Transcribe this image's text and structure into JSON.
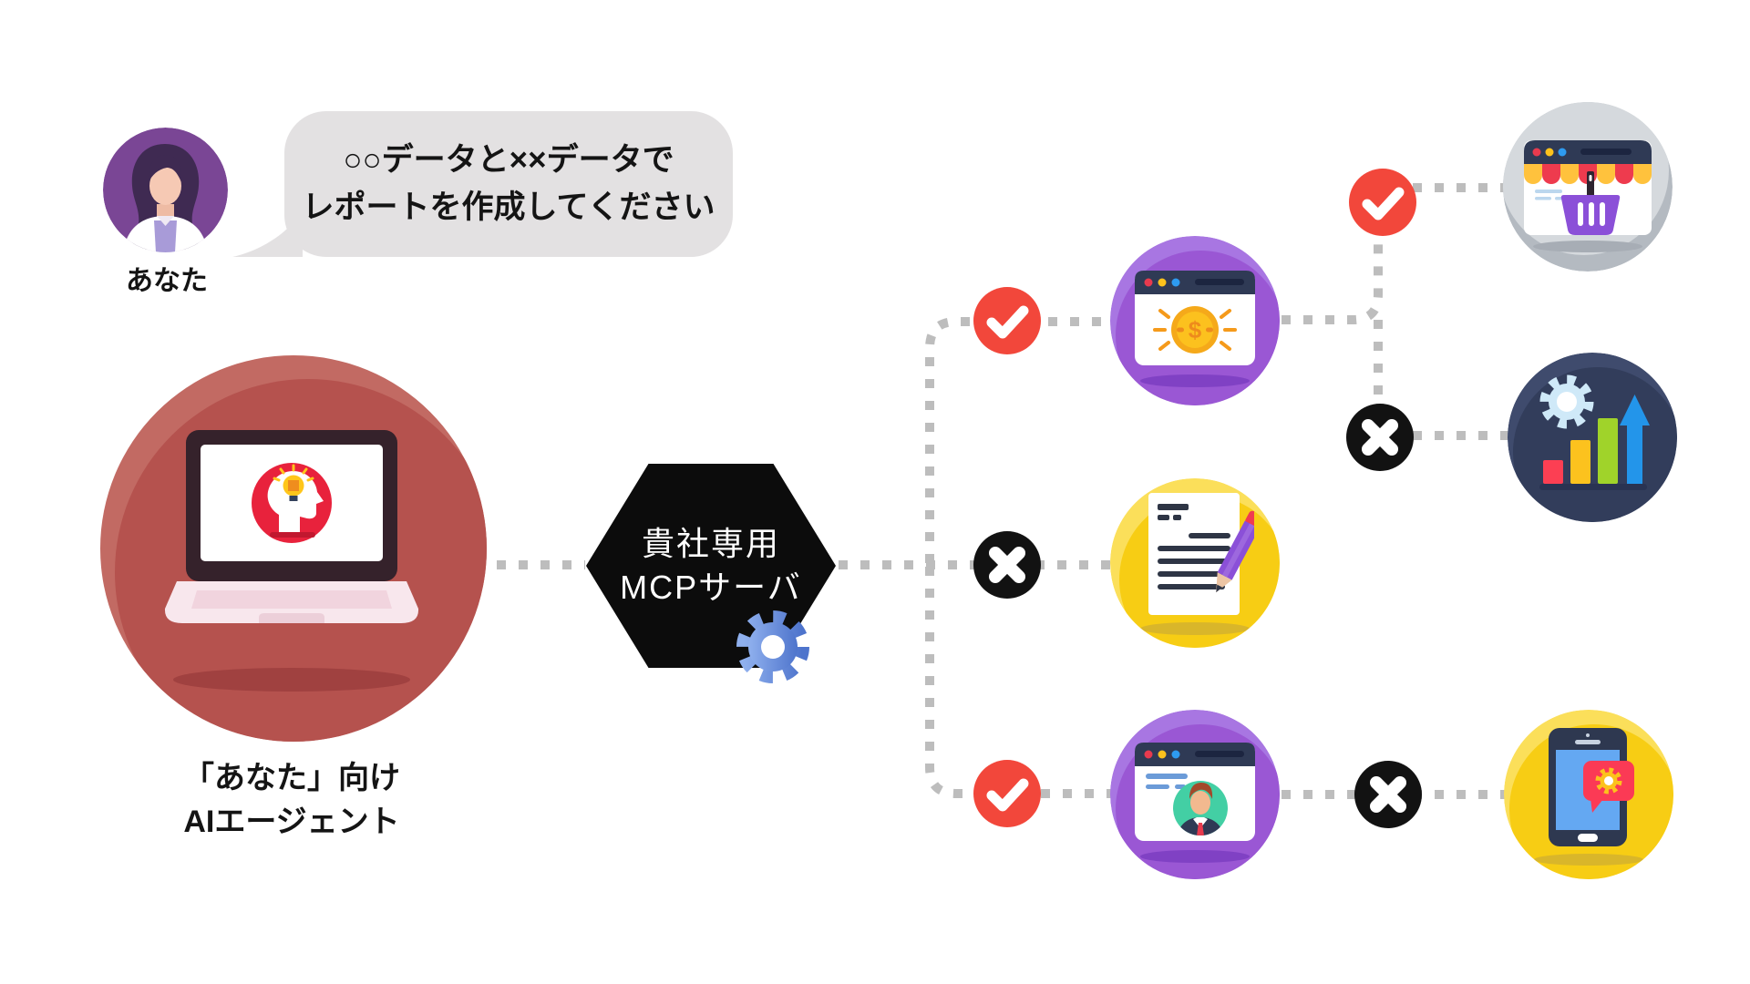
{
  "user": {
    "label": "あなた"
  },
  "speech_bubble": {
    "line1": "○○データと××データで",
    "line2": "レポートを作成してください"
  },
  "agent": {
    "label_line1": "「あなた」向け",
    "label_line2": "AIエージェント"
  },
  "mcp_server": {
    "line1": "貴社専用",
    "line2": "MCPサーバ"
  },
  "nodes": [
    {
      "id": "user-avatar",
      "icon": "woman-avatar-icon",
      "circle_color": "#7a4695"
    },
    {
      "id": "ai-agent",
      "icon": "laptop-idea-icon",
      "circle_color": "#b5524e"
    },
    {
      "id": "mcp-hexagon",
      "icon": "gear-icon",
      "shape": "hexagon",
      "color": "#0c0c0c",
      "gear_color": "#6f93de"
    },
    {
      "id": "shop",
      "icon": "storefront-basket-icon",
      "circle_color": "#c0c6cc"
    },
    {
      "id": "finance-browser",
      "icon": "browser-dollar-icon",
      "circle_color": "#9a57d4"
    },
    {
      "id": "analytics",
      "icon": "gear-chart-icon",
      "circle_color": "#323d5b"
    },
    {
      "id": "document",
      "icon": "document-pencil-icon",
      "circle_color": "#f7cd14"
    },
    {
      "id": "profile-browser",
      "icon": "browser-profile-icon",
      "circle_color": "#9a57d4"
    },
    {
      "id": "mobile-app",
      "icon": "phone-notification-icon",
      "circle_color": "#f7cd14"
    }
  ],
  "connections": [
    {
      "from": "ai-agent",
      "to": "mcp-hexagon",
      "style": "dotted"
    },
    {
      "from": "mcp-hexagon",
      "to": "finance-browser",
      "badge": "allow"
    },
    {
      "from": "mcp-hexagon",
      "to": "document",
      "badge": "deny"
    },
    {
      "from": "mcp-hexagon",
      "to": "profile-browser",
      "badge": "allow"
    },
    {
      "from": "finance-browser",
      "to": "shop",
      "badge": "allow"
    },
    {
      "from": "finance-browser",
      "to": "analytics",
      "badge": "deny"
    },
    {
      "from": "profile-browser",
      "to": "mobile-app",
      "badge": "deny"
    }
  ],
  "colors": {
    "bubble_bg": "#e3e1e2",
    "text": "#141414",
    "dotted_line": "#bdbdbd",
    "allow_badge": "#f2473b",
    "deny_badge": "#121212",
    "agent_circle": "#b5524e",
    "agent_circle_highlight": "#c26a63",
    "purple_circle": "#9a57d4",
    "yellow_circle": "#f7cd14",
    "navy_circle": "#323d5b",
    "gray_circle": "#c0c6cc",
    "hexagon": "#0c0c0c",
    "hex_gear_blue": "#6f93de"
  }
}
